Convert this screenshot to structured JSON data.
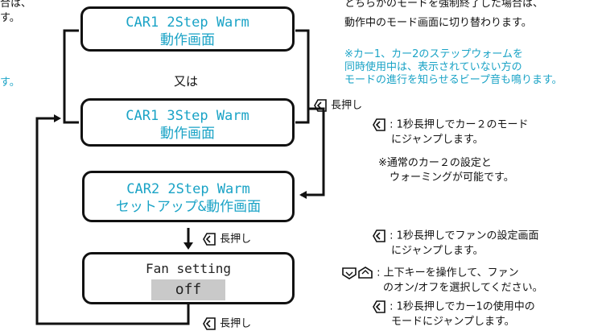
{
  "left_fragment": {
    "line1": "合は、",
    "line2": "す。",
    "line3": "す。"
  },
  "top_right": {
    "line1": "とちらかのモードを強制終了した場合は、",
    "line2": "動作中のモード画面に切り替わります。"
  },
  "note_cyan": {
    "line1": "※カー1、カー2のステップウォームを",
    "line2": "同時使用中は、表示されていない方の",
    "line3": "モードの進行を知らせるビープ音も鳴ります。"
  },
  "screens": {
    "car1_2step": {
      "line1": "CAR1 2Step Warm",
      "line2": "動作画面"
    },
    "or_label": "又は",
    "car1_3step": {
      "line1": "CAR1 3Step Warm",
      "line2": "動作画面"
    },
    "car2_2step": {
      "line1": "CAR2 2Step Warm",
      "line2": "セットアップ&動作画面"
    },
    "fan": {
      "line1": "Fan setting",
      "value": "off"
    }
  },
  "labels": {
    "long_press_1": "長押し",
    "long_press_2": "長押し",
    "long_press_3": "長押し"
  },
  "instructions": {
    "car2_jump": {
      "line1": ": 1秒長押しでカー２のモード",
      "line2": "にジャンプします。"
    },
    "car2_note": {
      "line1": "※通常のカー２の設定と",
      "line2": "ウォーミングが可能です。"
    },
    "fan_jump": {
      "line1": ": 1秒長押しでファンの設定画面",
      "line2": "にジャンプします。"
    },
    "updown": {
      "line1": ": 上下キーを操作して、ファン",
      "line2": "のオン/オフを選択してください。"
    },
    "car1_jump": {
      "line1": ": 1秒長押しでカー1の使用中の",
      "line2": "モードにジャンプします。"
    }
  },
  "icons": {
    "back_key": "back-key-icon",
    "down_key": "down-key-icon",
    "up_key": "up-key-icon"
  },
  "colors": {
    "lcd_text": "#1aa3c6",
    "note_text": "#1aa3c6",
    "value_bg": "#c9c9c9"
  }
}
